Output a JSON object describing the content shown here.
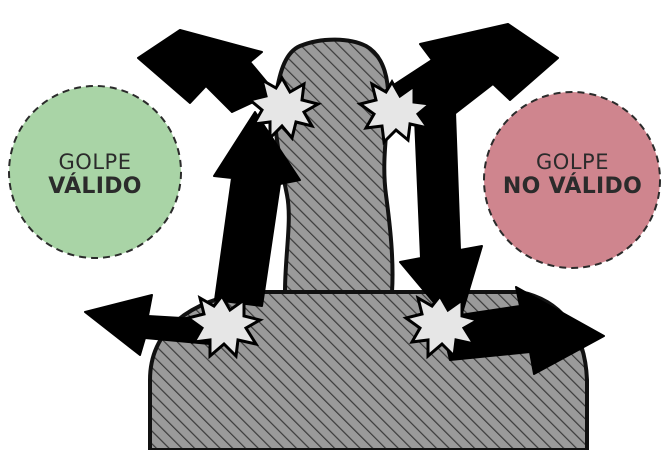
{
  "valid": {
    "line1": "GOLPE",
    "line2": "VÁLIDO",
    "color": "#a9d4a6"
  },
  "invalid": {
    "line1": "GOLPE",
    "line2": "NO VÁLIDO",
    "color": "#cf858e"
  },
  "figure": {
    "fill": "#9a9a9a",
    "hatch": "#3a3a3a",
    "arrow": "#000000",
    "burst": "#e6e6e6"
  }
}
